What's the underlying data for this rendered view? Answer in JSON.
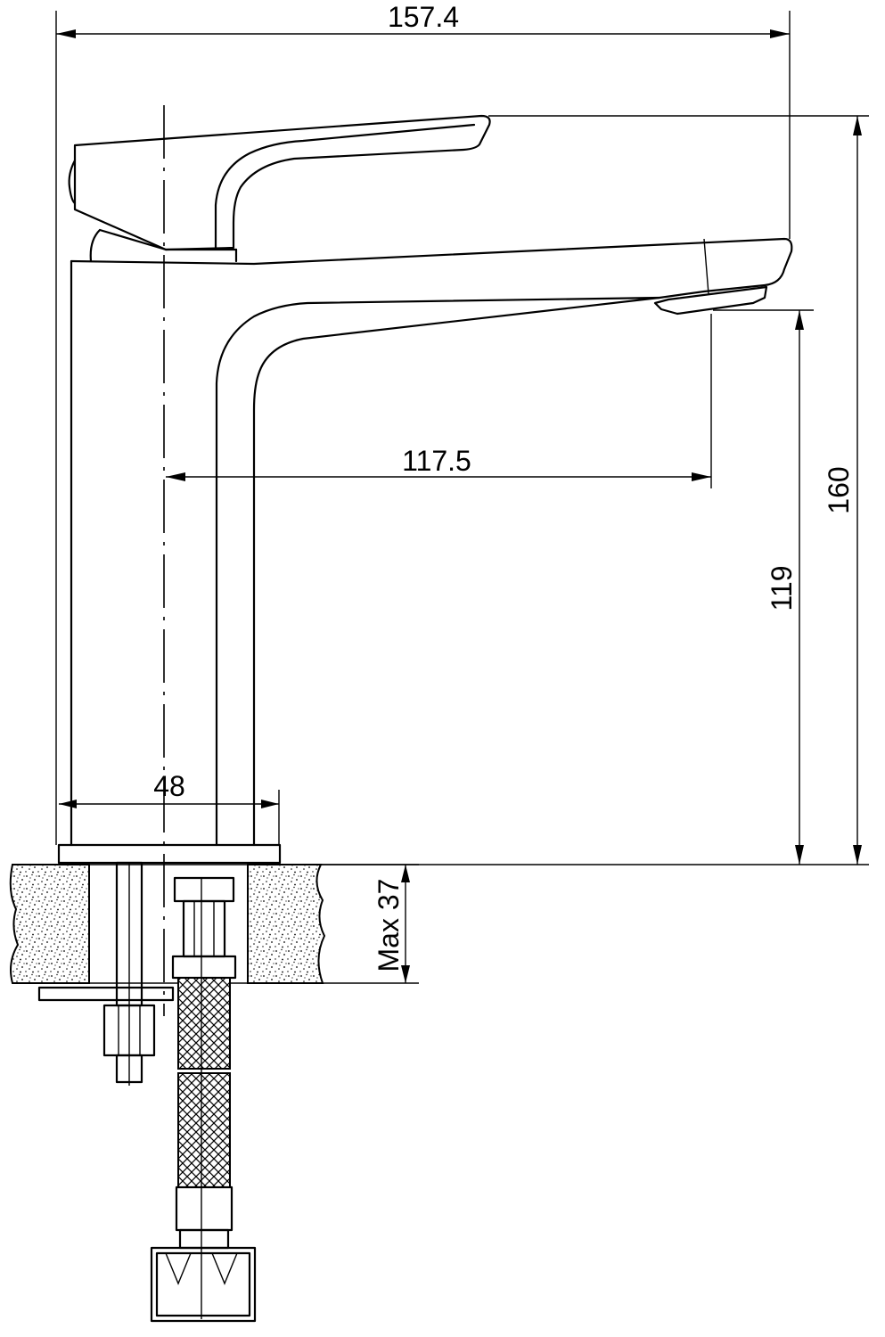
{
  "dimensions": {
    "overall_width": "157.4",
    "overall_height": "160",
    "spout_reach": "117.5",
    "spout_height": "119",
    "base_diameter": "48",
    "max_counter_thickness": "Max 37"
  }
}
